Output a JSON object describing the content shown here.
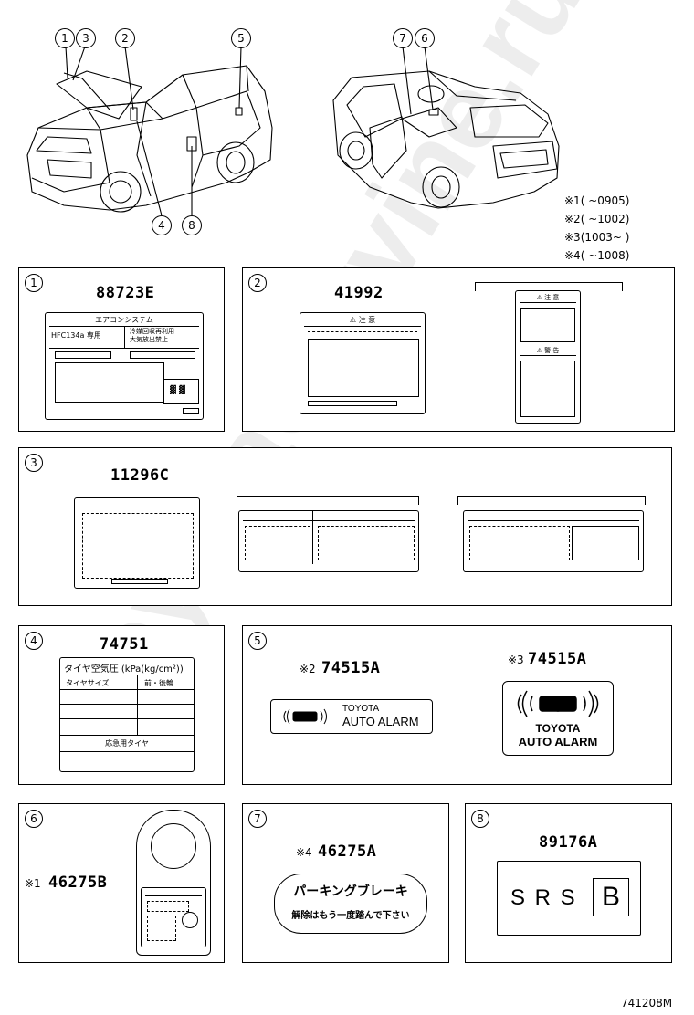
{
  "callouts_left": [
    "1",
    "3",
    "2",
    "5",
    "4",
    "8"
  ],
  "callouts_right": [
    "7",
    "6"
  ],
  "notes": [
    {
      "mark": "※1",
      "text": "(      ~0905)"
    },
    {
      "mark": "※2",
      "text": "(      ~1002)"
    },
    {
      "mark": "※3",
      "text": "(1003~       )"
    },
    {
      "mark": "※4",
      "text": "(      ~1008)"
    }
  ],
  "panels": {
    "p1": {
      "num": "1",
      "part": "88723E",
      "label_title": "エアコンシステム",
      "label_left": "HFC134a 専用",
      "label_right_1": "冷媒回収再利用",
      "label_right_2": "大気放出禁止",
      "label_code": "▓ ▓"
    },
    "p2": {
      "num": "2",
      "part": "41992",
      "warn": "⚠ 注 意",
      "warn_small_1": "⚠ 注 意",
      "warn_small_2": "⚠ 警 告"
    },
    "p3": {
      "num": "3",
      "part": "11296C"
    },
    "p4": {
      "num": "4",
      "part": "74751",
      "title": "タイヤ空気圧 (kPa(kg/cm²))",
      "col1": "タイヤサイズ",
      "col2": "前・後輪",
      "spare": "応急用タイヤ"
    },
    "p5": {
      "num": "5",
      "mark_a": "※2",
      "part_a": "74515A",
      "mark_b": "※3",
      "part_b": "74515A",
      "brand": "TOYOTA",
      "product": "AUTO ALARM"
    },
    "p6": {
      "num": "6",
      "mark": "※1",
      "part": "46275B"
    },
    "p7": {
      "num": "7",
      "mark": "※4",
      "part": "46275A",
      "line1": "パーキングブレーキ",
      "line2": "解除はもう一度踏んで下さい"
    },
    "p8": {
      "num": "8",
      "part": "89176A",
      "srs": "S R S",
      "box": "B"
    }
  },
  "footer_code": "741208M",
  "watermark": "ToyotaCarvine.ru"
}
